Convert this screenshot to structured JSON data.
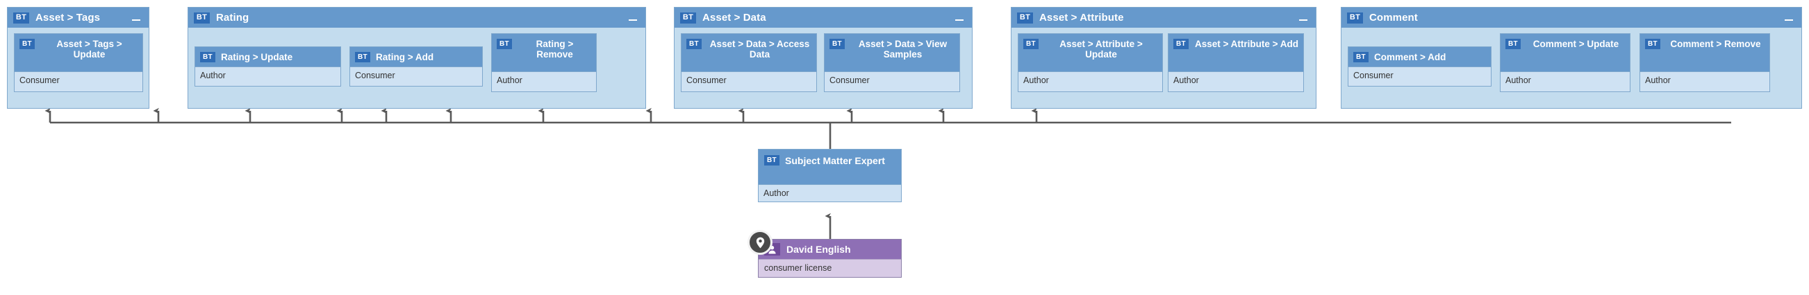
{
  "diagram": {
    "type": "responsibility-assignment-graph",
    "badge_text": "BT",
    "minimize_icon": "minimize-icon",
    "pin_icon": "location-pin-icon",
    "person_icon": "person-icon",
    "colors": {
      "group_header": "#6699cc",
      "group_body": "#c3dcee",
      "card_header": "#6699cc",
      "card_body": "#cfe2f3",
      "badge": "#2f6cb5",
      "person_header": "#8e6fb5",
      "person_body": "#d8cbe6",
      "person_badge": "#6f4a99",
      "connector": "#595959",
      "border": "#7fa8cd"
    },
    "groups": [
      {
        "title": "Asset > Tags",
        "has_minimize": true,
        "cards": [
          {
            "title": "Asset > Tags > Update",
            "role": "Consumer",
            "lines": 2
          }
        ]
      },
      {
        "title": "Rating",
        "has_minimize": true,
        "cards": [
          {
            "title": "Rating > Update",
            "role": "Author",
            "lines": 1
          },
          {
            "title": "Rating > Add",
            "role": "Consumer",
            "lines": 1
          },
          {
            "title": "Rating > Remove",
            "role": "Author",
            "lines": 2
          }
        ]
      },
      {
        "title": "Asset > Data",
        "has_minimize": true,
        "cards": [
          {
            "title": "Asset > Data > Access Data",
            "role": "Consumer",
            "lines": 2
          },
          {
            "title": "Asset > Data > View Samples",
            "role": "Consumer",
            "lines": 2
          }
        ]
      },
      {
        "title": "Asset > Attribute",
        "has_minimize": true,
        "cards": [
          {
            "title": "Asset > Attribute > Update",
            "role": "Author",
            "lines": 2
          },
          {
            "title": "Asset > Attribute > Add",
            "role": "Author",
            "lines": 2
          }
        ]
      },
      {
        "title": "Comment",
        "has_minimize": true,
        "cards": [
          {
            "title": "Comment > Add",
            "role": "Consumer",
            "lines": 1
          },
          {
            "title": "Comment > Update",
            "role": "Author",
            "lines": 2
          },
          {
            "title": "Comment > Remove",
            "role": "Author",
            "lines": 2
          }
        ]
      }
    ],
    "role_node": {
      "title": "Subject Matter Expert",
      "role": "Author"
    },
    "user_node": {
      "name": "David English",
      "license": "consumer license"
    }
  }
}
